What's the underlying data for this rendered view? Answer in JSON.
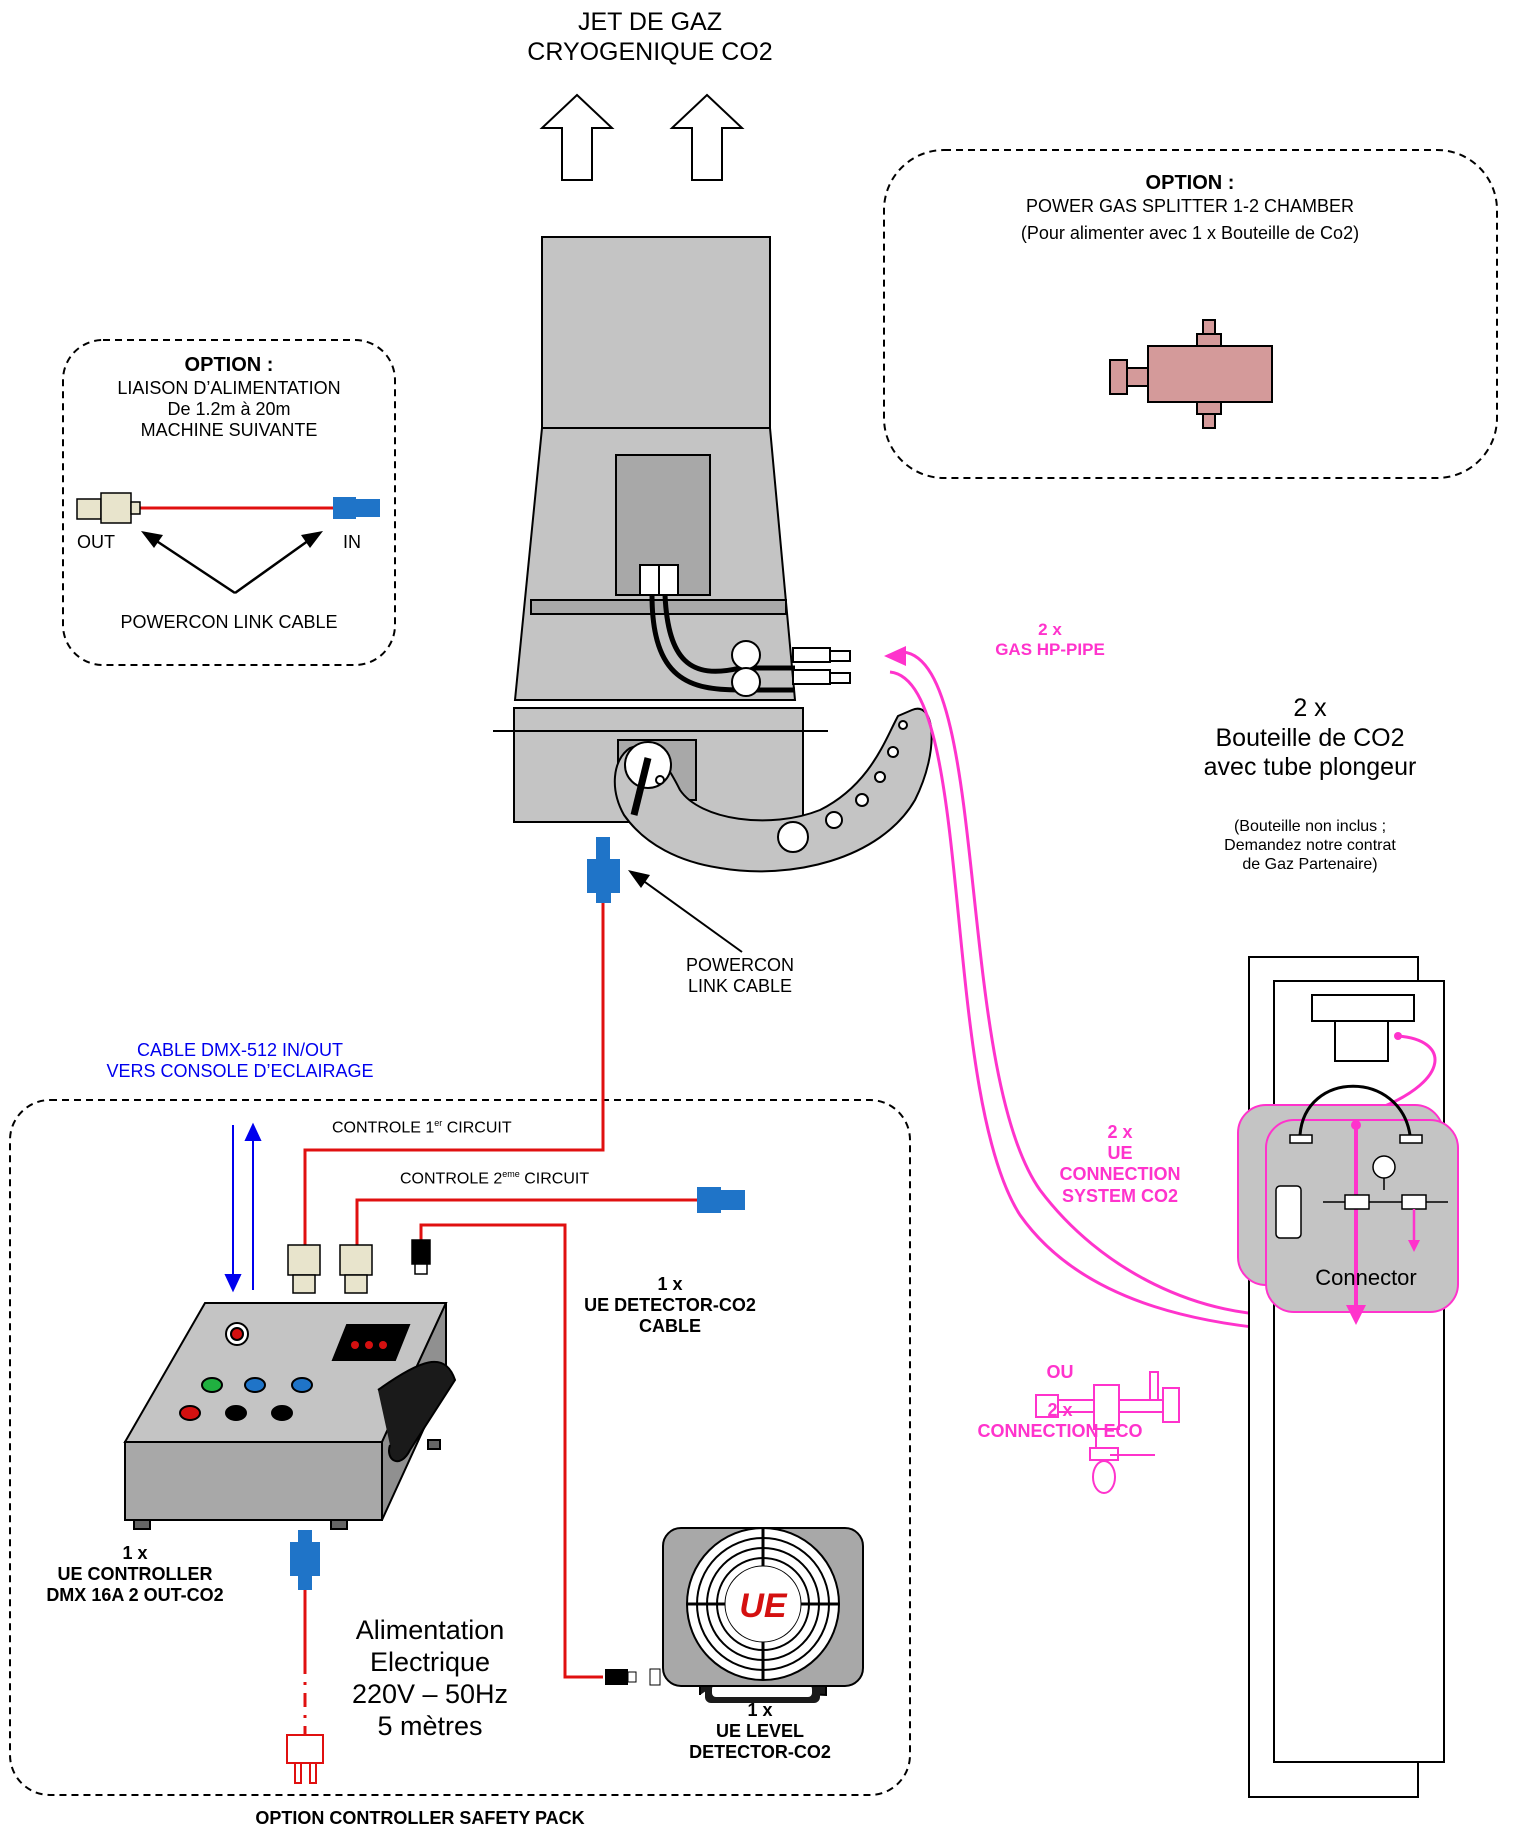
{
  "top": {
    "line1": "JET DE GAZ",
    "line2": "CRYOGENIQUE CO2"
  },
  "option_splitter": {
    "title": "OPTION :",
    "line1": "POWER GAS SPLITTER 1-2 CHAMBER",
    "line2": "(Pour alimenter avec 1 x Bouteille de Co2)"
  },
  "option_link": {
    "title": "OPTION :",
    "line1": "LIAISON D’ALIMENTATION",
    "line2": "De 1.2m à 20m",
    "line3": "MACHINE SUIVANTE",
    "out": "OUT",
    "in": "IN",
    "cable": "POWERCON LINK CABLE"
  },
  "hp_pipe": {
    "qty": "2 x",
    "label": "GAS HP-PIPE"
  },
  "bottles": {
    "qty": "2 x",
    "line1": "Bouteille de CO2",
    "line2": "avec tube plongeur",
    "note1": "(Bouteille non inclus ;",
    "note2": "Demandez notre contrat",
    "note3": "de Gaz Partenaire)"
  },
  "powercon": {
    "line1": "POWERCON",
    "line2": "LINK CABLE"
  },
  "dmx": {
    "line1": "CABLE DMX-512 IN/OUT",
    "line2": "VERS CONSOLE D’ECLAIRAGE"
  },
  "circuit1": {
    "pre": "CONTROLE 1",
    "sup": "er",
    "post": " CIRCUIT"
  },
  "circuit2": {
    "pre": "CONTROLE 2",
    "sup": "eme",
    "post": " CIRCUIT"
  },
  "connection_system": {
    "qty": "2 x",
    "line1": "UE",
    "line2": "CONNECTION",
    "line3": "SYSTEM CO2"
  },
  "connector": "Connector",
  "ou": "OU",
  "connection_eco": {
    "qty": "2 x",
    "label": "CONNECTION ECO"
  },
  "detector_cable": {
    "qty": "1 x",
    "line1": "UE DETECTOR-CO2",
    "line2": "CABLE"
  },
  "controller": {
    "qty": "1 x",
    "line1": "UE CONTROLLER",
    "line2": "DMX 16A 2 OUT-CO2"
  },
  "power": {
    "line1": "Alimentation",
    "line2": "Electrique",
    "line3": "220V – 50Hz",
    "line4": "5 mètres"
  },
  "level_detector": {
    "qty": "1 x",
    "line1": "UE LEVEL",
    "line2": "DETECTOR-CO2",
    "logo": "UE"
  },
  "footer": "OPTION CONTROLLER SAFETY PACK",
  "colors": {
    "magenta": "#ff33cc",
    "red": "#e01010",
    "blue_plug": "#1f74c8",
    "dmx_blue": "#0000ee",
    "body_grey": "#c0c0c0",
    "splitter": "#d49a9a"
  }
}
